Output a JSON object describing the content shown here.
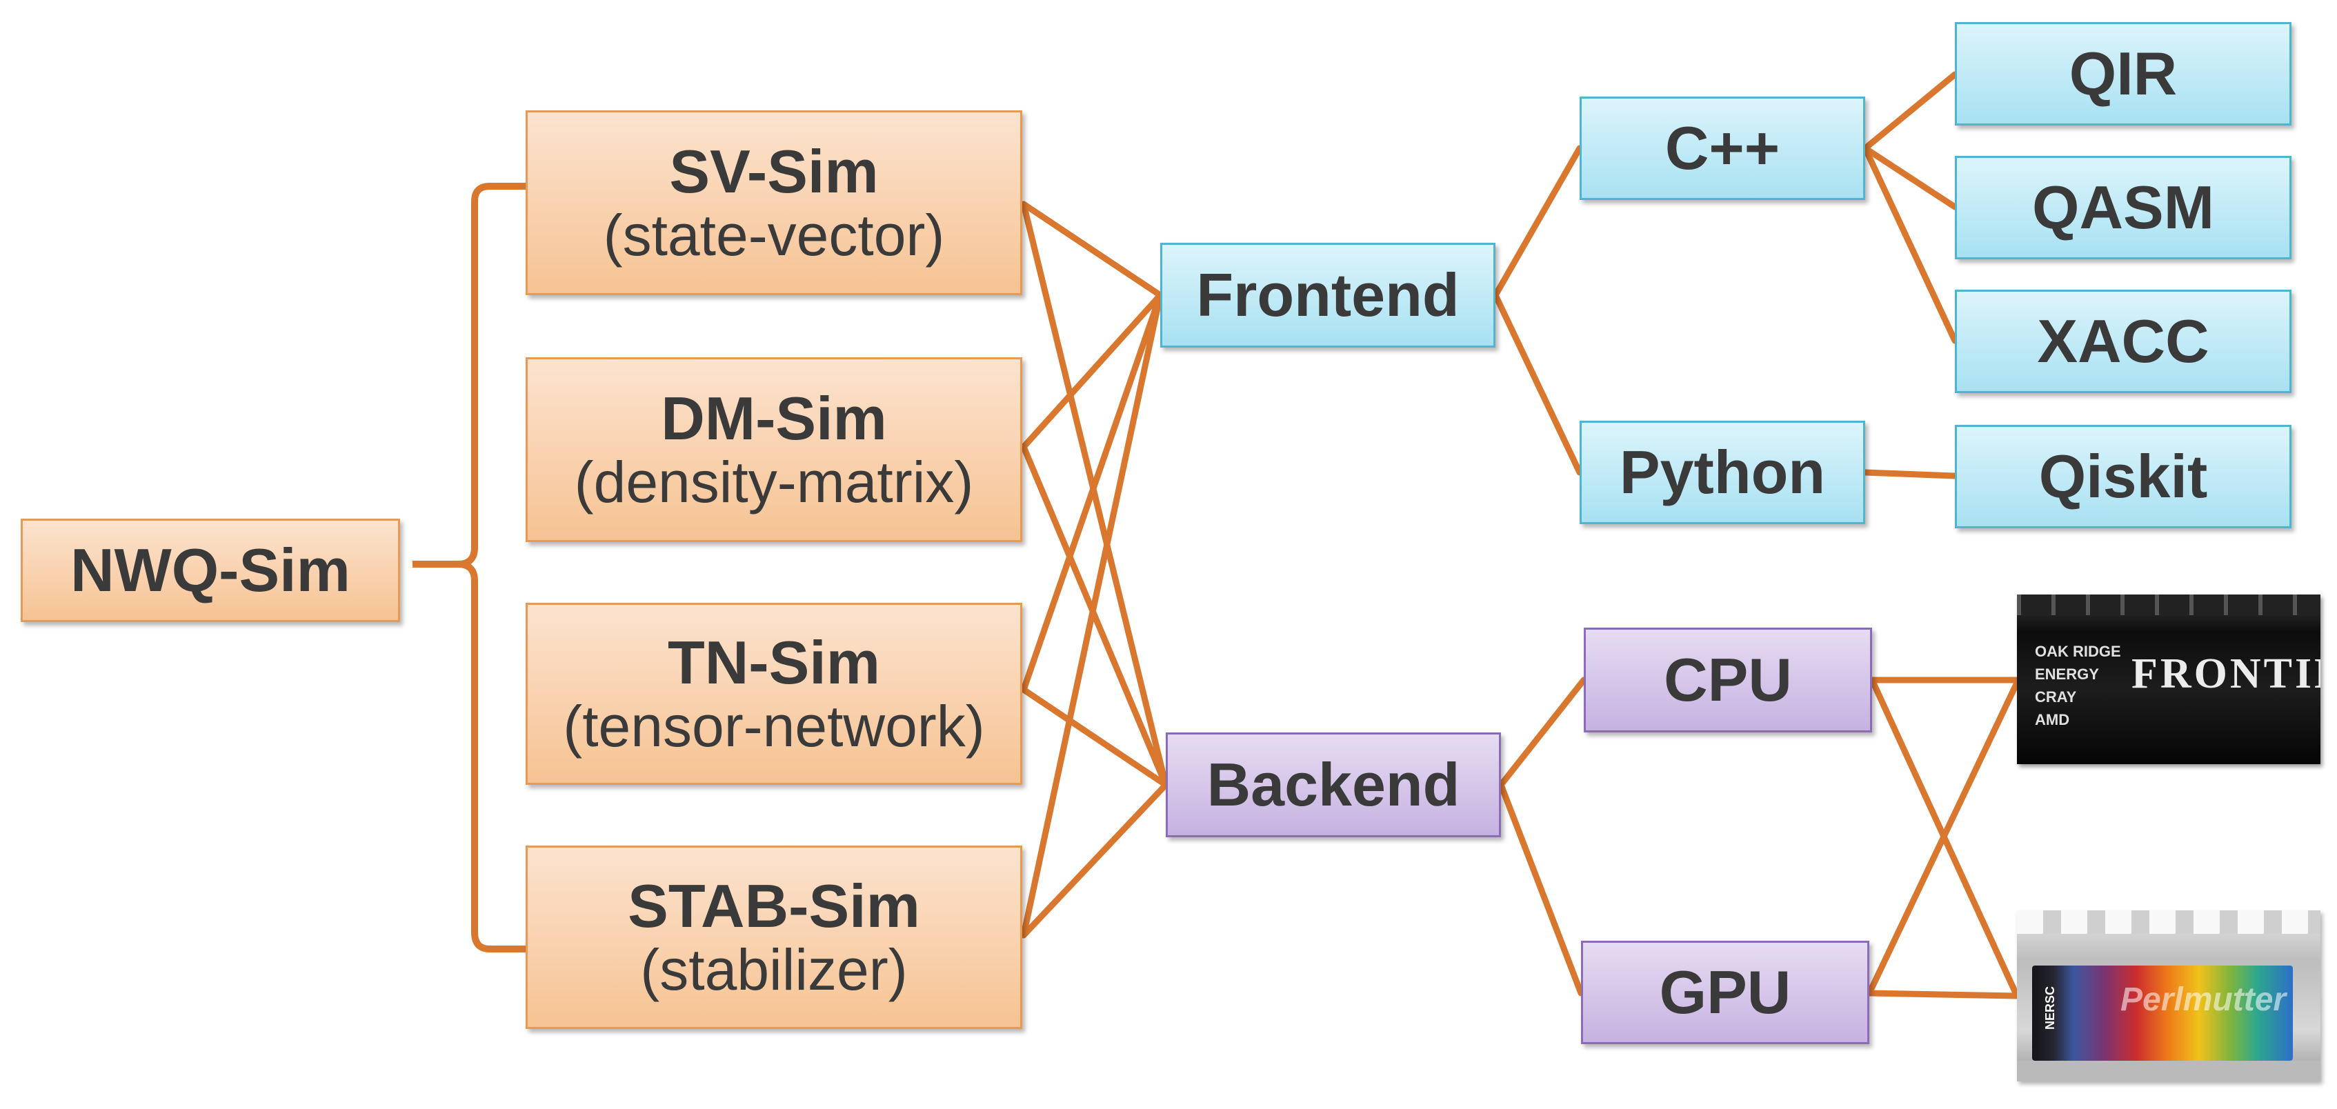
{
  "root": {
    "label": "NWQ-Sim"
  },
  "simulators": [
    {
      "name": "SV-Sim",
      "desc": "(state-vector)"
    },
    {
      "name": "DM-Sim",
      "desc": "(density-matrix)"
    },
    {
      "name": "TN-Sim",
      "desc": "(tensor-network)"
    },
    {
      "name": "STAB-Sim",
      "desc": "(stabilizer)"
    }
  ],
  "frontend": {
    "label": "Frontend"
  },
  "backend": {
    "label": "Backend"
  },
  "languages": [
    {
      "label": "C++"
    },
    {
      "label": "Python"
    }
  ],
  "formats": [
    {
      "label": "QIR"
    },
    {
      "label": "QASM"
    },
    {
      "label": "XACC"
    },
    {
      "label": "Qiskit"
    }
  ],
  "hardware": [
    {
      "label": "CPU"
    },
    {
      "label": "GPU"
    }
  ],
  "images": {
    "frontier": {
      "title": "FRONTIER",
      "logos": [
        "OAK RIDGE",
        "ENERGY",
        "CRAY",
        "AMD"
      ]
    },
    "perlmutter": {
      "title": "Perlmutter",
      "badge": "NERSC"
    }
  },
  "colors": {
    "arrow": "#d9772e",
    "simulator_fill": "#f8cfa8",
    "frontend_fill": "#bde9f6",
    "backend_fill": "#d3c3e8"
  }
}
